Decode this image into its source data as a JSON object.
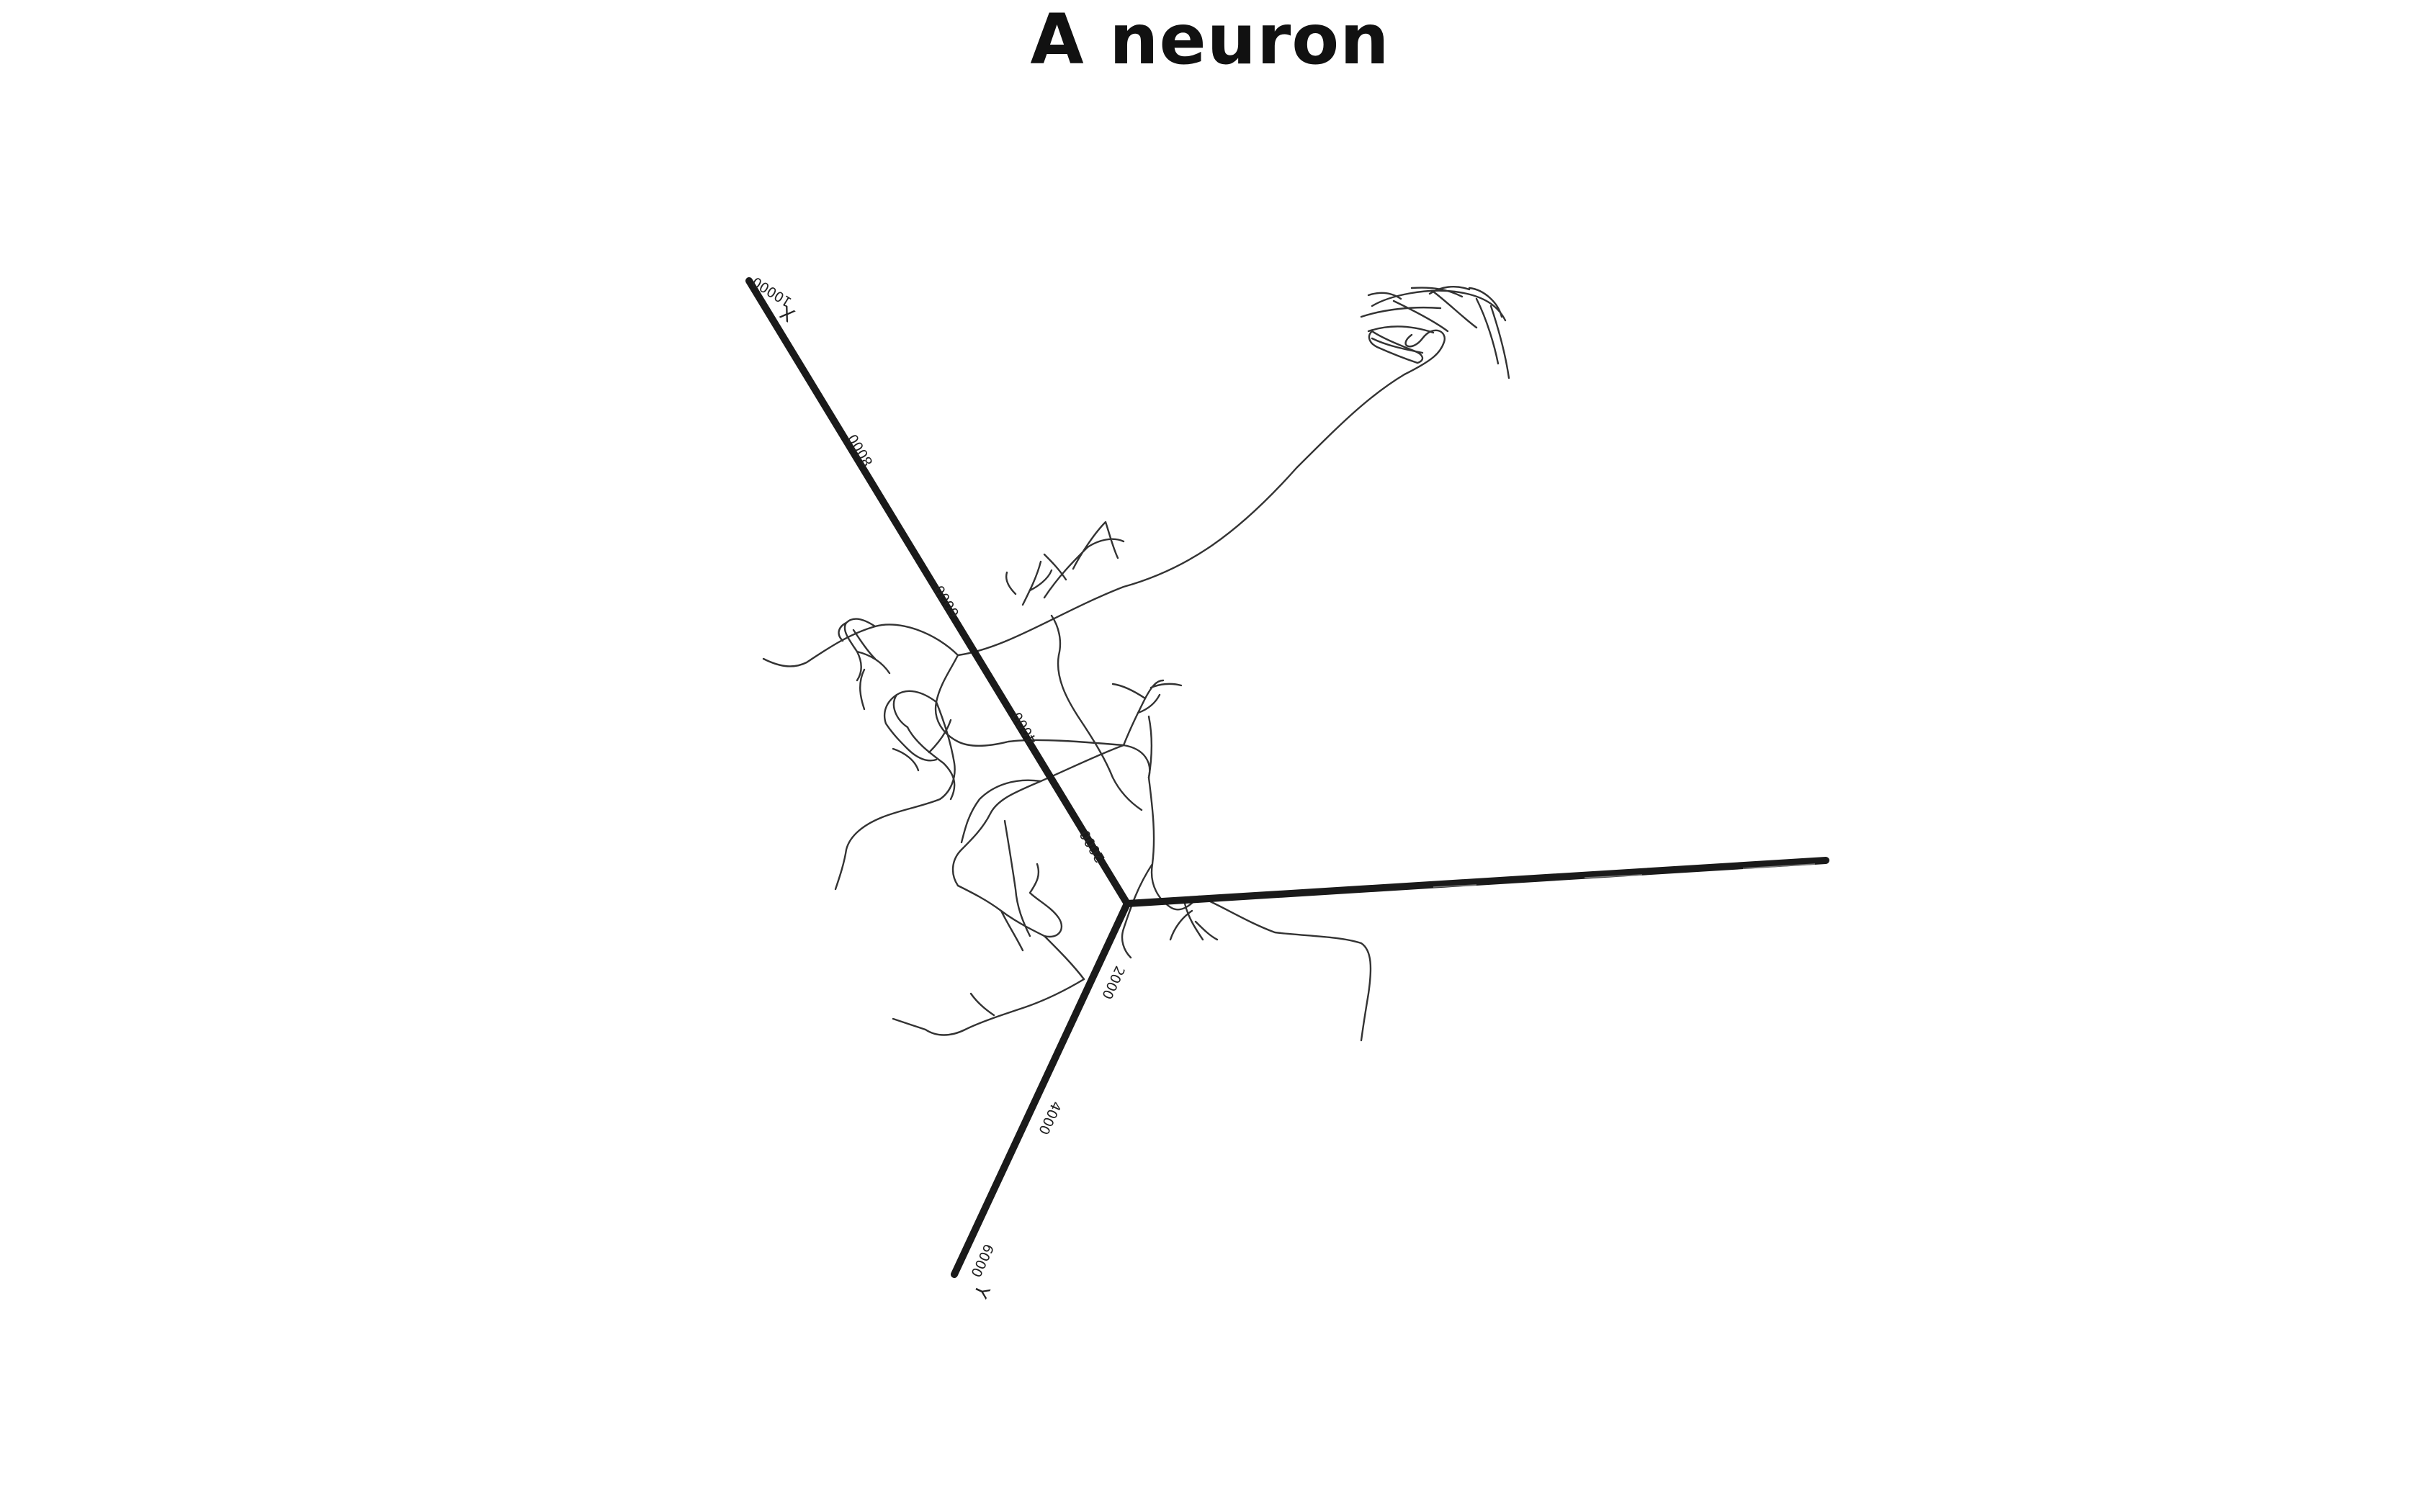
{
  "title": "A neuron",
  "axes": {
    "x": {
      "name": "X",
      "ticks": [
        "2000",
        "4000",
        "6000",
        "8000",
        "10000"
      ]
    },
    "y": {
      "name": "Y",
      "ticks": [
        "2000",
        "4000",
        "6000"
      ]
    },
    "z": {
      "name": "",
      "ticks": []
    }
  },
  "colors": {
    "axis": "#1a1a1a",
    "neurite": "#333333",
    "background": "#ffffff",
    "text": "#111111"
  }
}
